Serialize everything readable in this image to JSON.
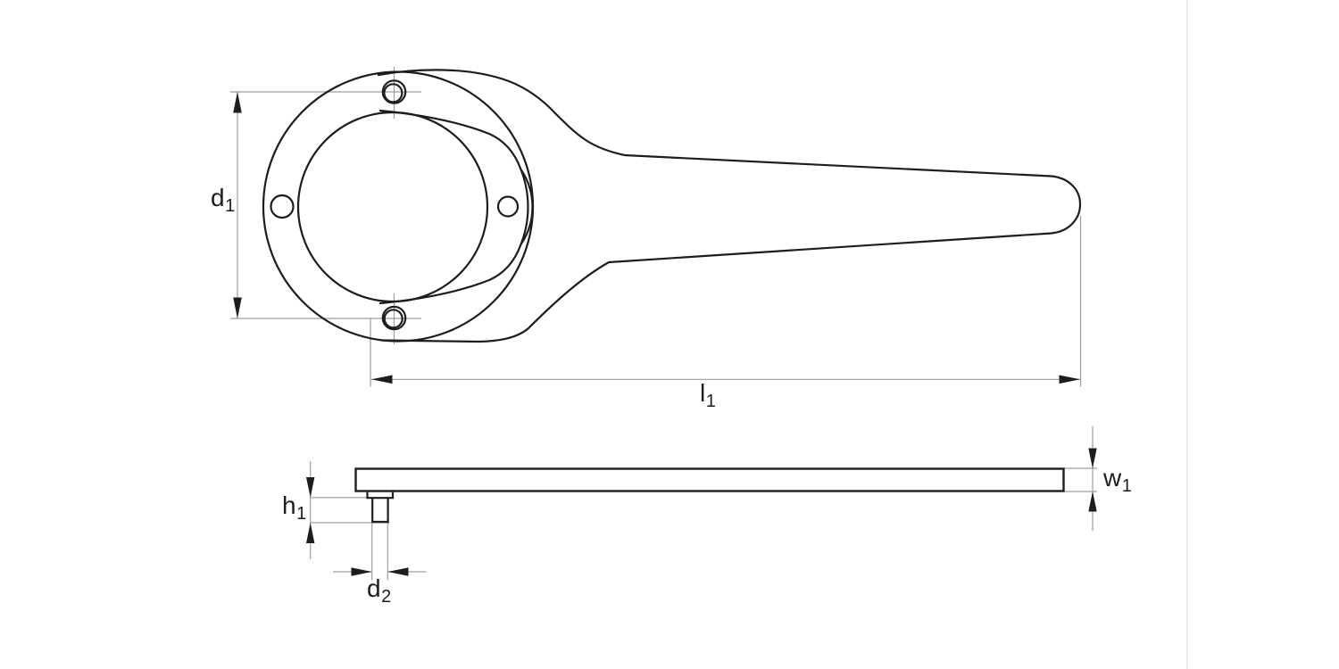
{
  "labels": {
    "d1": {
      "main": "d",
      "sub": "1"
    },
    "l1": {
      "main": "l",
      "sub": "1"
    },
    "h1": {
      "main": "h",
      "sub": "1"
    },
    "w1": {
      "main": "w",
      "sub": "1"
    },
    "d2": {
      "main": "d",
      "sub": "2"
    }
  },
  "colors": {
    "line": "#1d1d1b",
    "dim": "#9d9d9c",
    "divider": "#ebebeb",
    "bg": "#ffffff"
  }
}
